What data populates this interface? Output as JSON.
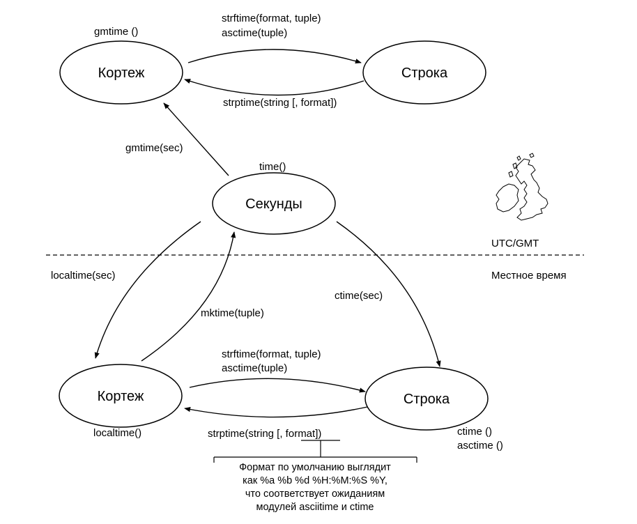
{
  "colors": {
    "stroke": "#000000",
    "background": "#ffffff"
  },
  "nodes": {
    "utc_tuple": "Кортеж",
    "utc_string": "Строка",
    "seconds": "Секунды",
    "local_tuple": "Кортеж",
    "local_string": "Строка"
  },
  "labels": {
    "gmtime_noarg": "gmtime ()",
    "top_strftime": "strftime(format, tuple)",
    "top_asctime": "asctime(tuple)",
    "top_strptime": "strptime(string [, format])",
    "gmtime_sec": "gmtime(sec)",
    "time_fn": "time()",
    "utc_gmt": "UTC/GMT",
    "local_time_zone": "Местное время",
    "localtime_sec": "localtime(sec)",
    "ctime_sec": "ctime(sec)",
    "mktime_tuple": "mktime(tuple)",
    "bottom_strftime": "strftime(format, tuple)",
    "bottom_asctime": "asctime(tuple)",
    "localtime_noarg": "localtime()",
    "bottom_strptime": "strptime(string [, format])",
    "ctime_noarg": "ctime ()",
    "asctime_noarg": "asctime ()"
  },
  "note": {
    "line1": "Формат по умолчанию выглядит",
    "line2": "как %a %b %d %H:%M:%S %Y,",
    "line3": "что соответствует ожиданиям",
    "line4": "модулей asciitime и ctime"
  },
  "icons": {
    "map": "british-isles-map-icon"
  }
}
